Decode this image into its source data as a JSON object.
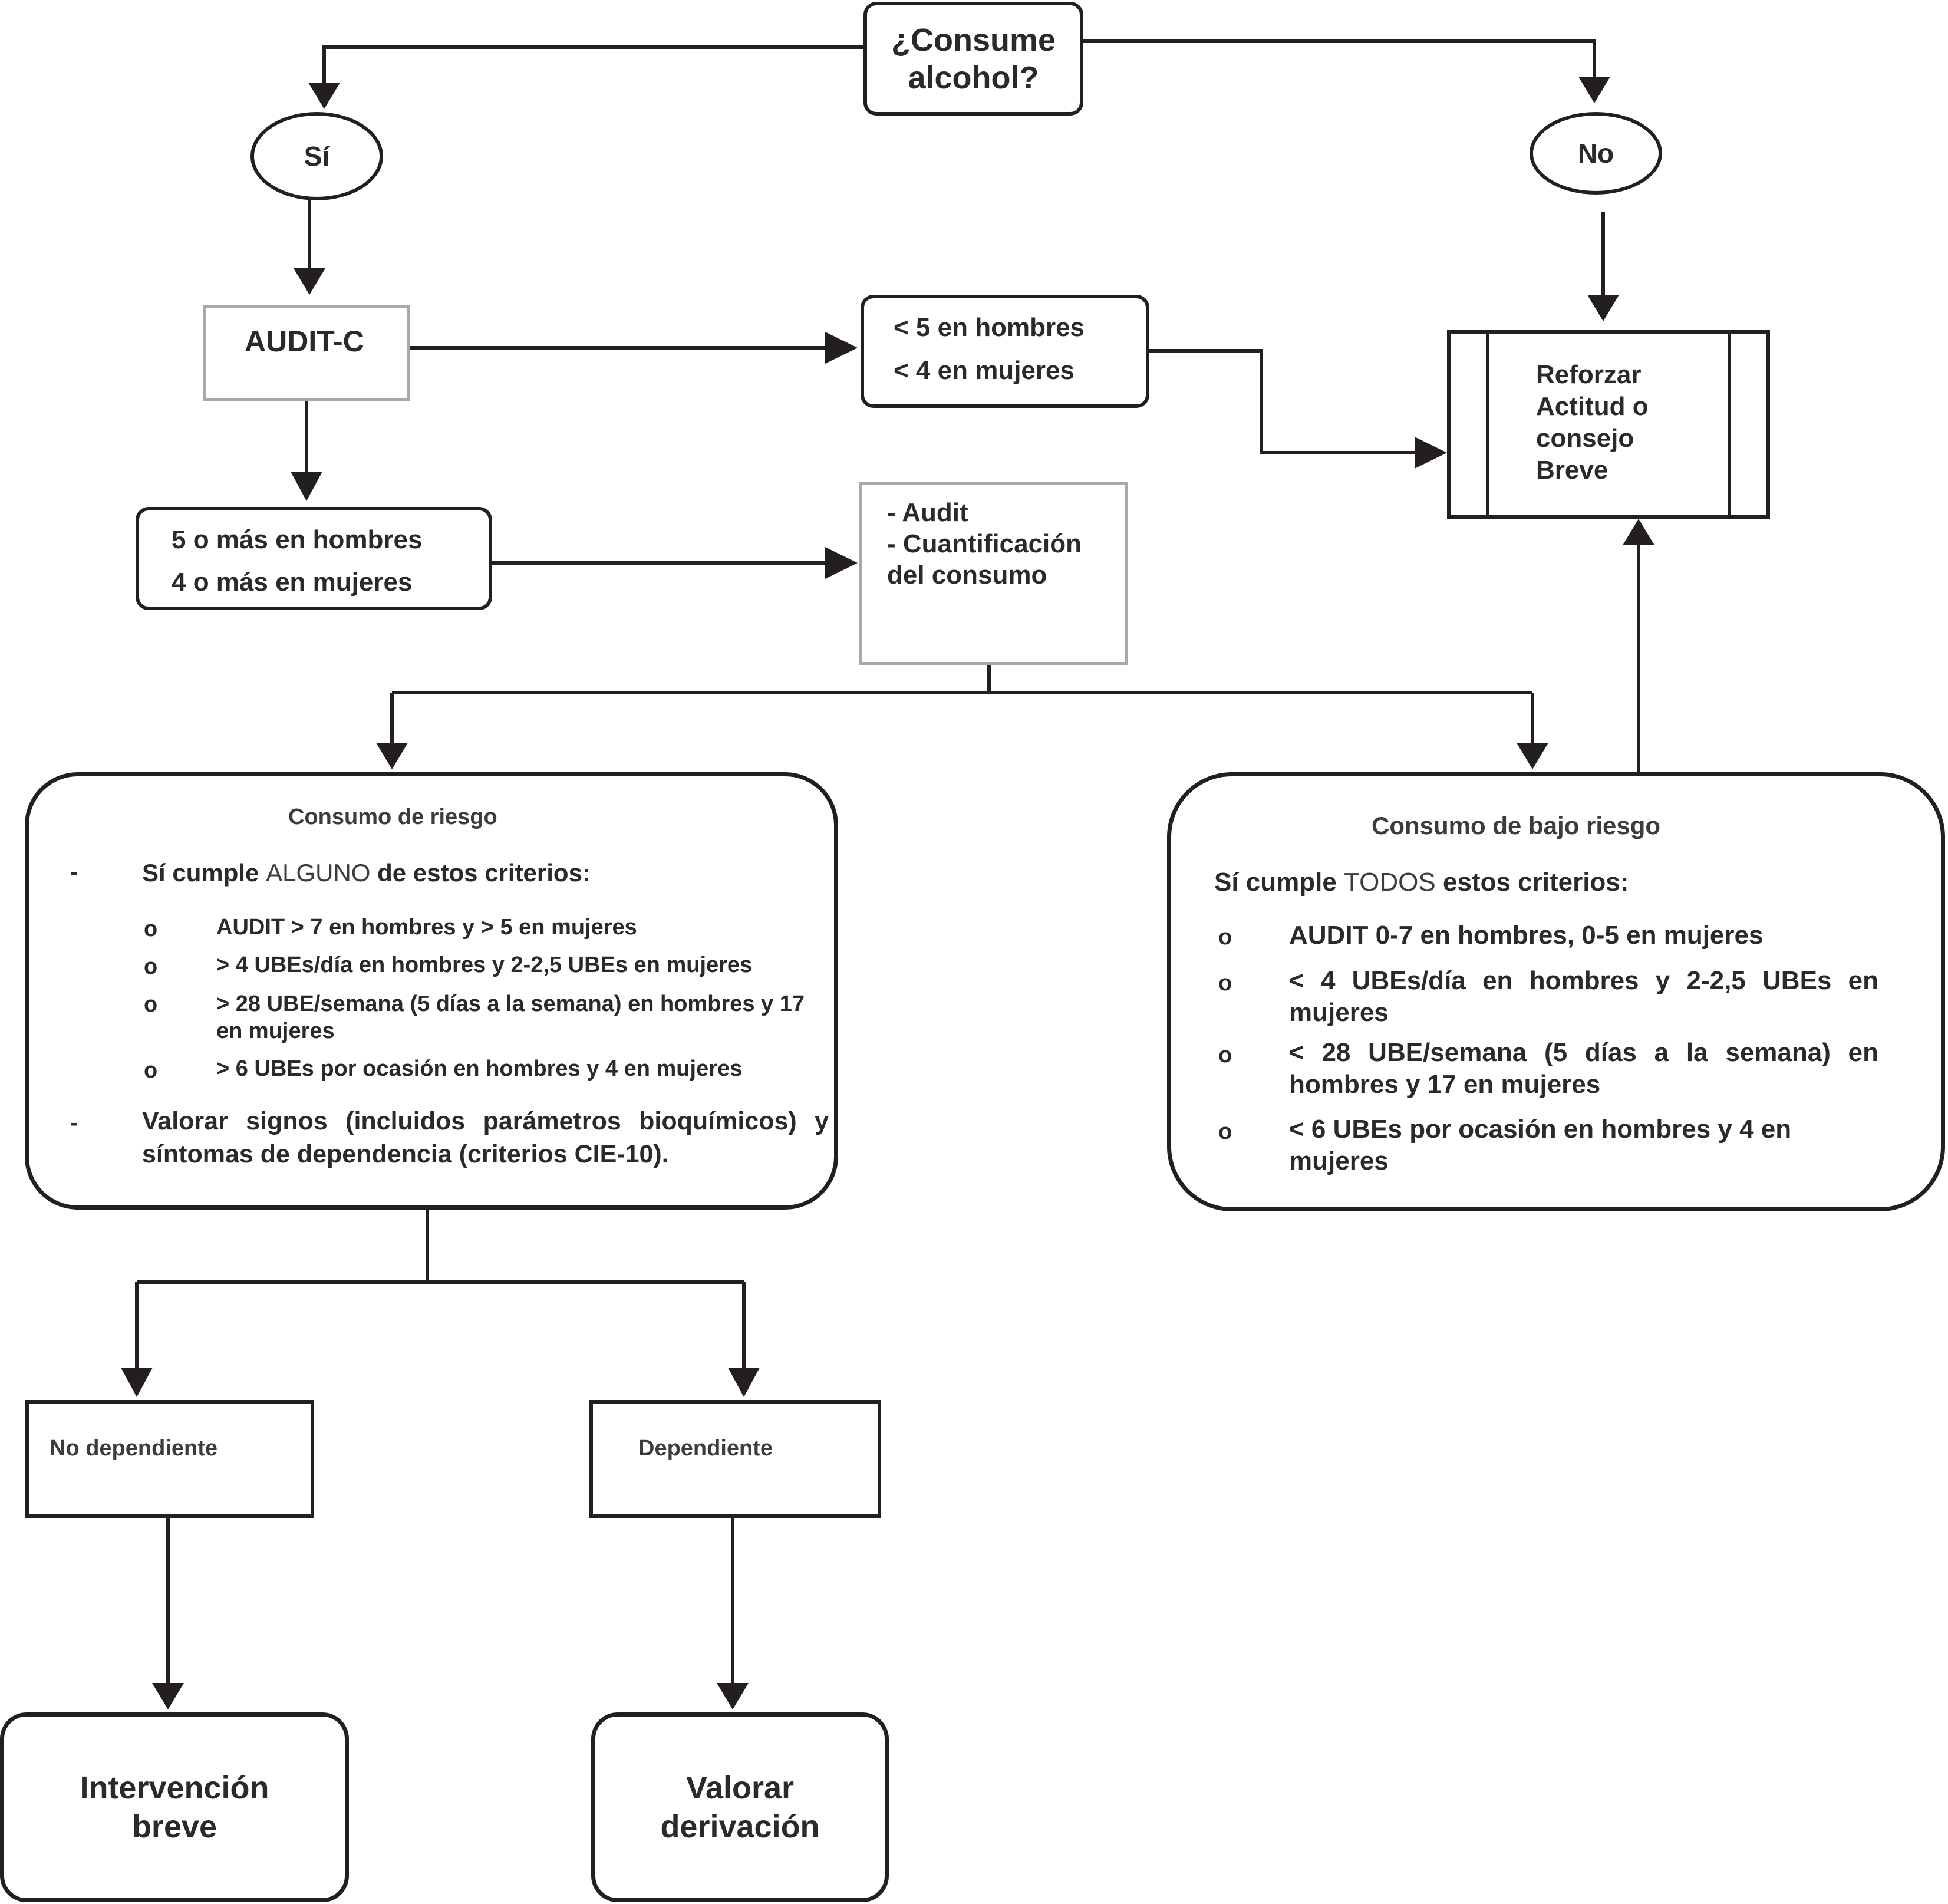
{
  "question": {
    "line1": "¿Consume",
    "line2": "alcohol?"
  },
  "yes": "Sí",
  "no": "No",
  "audit_c": "AUDIT-C",
  "low_score": {
    "men": "< 5 en hombres",
    "women": "< 4 en mujeres"
  },
  "high_score": {
    "men": "5 o más en hombres",
    "women": "4 o más en mujeres"
  },
  "reinforce": {
    "line1": "Reforzar",
    "line2": "Actitud o",
    "line3": "consejo",
    "line4": "Breve"
  },
  "audit_box": {
    "line1": "- Audit",
    "line2": "- Cuantificación",
    "line3": "del consumo"
  },
  "risk": {
    "title": "Consumo de riesgo",
    "dash": "-",
    "criteria_prefix": "Sí cumple",
    "criteria_keyword": "ALGUNO",
    "criteria_suffix": "de estos criterios:",
    "bullet": "o",
    "items": [
      "AUDIT > 7 en hombres y > 5 en mujeres",
      "> 4 UBEs/día en hombres y 2-2,5 UBEs en mujeres",
      "> 28 UBE/semana (5 días a la semana) en hombres y 17 en mujeres",
      "> 6 UBEs por ocasión en hombres y 4 en mujeres"
    ],
    "assess": "Valorar signos (incluidos parámetros bioquímicos) y síntomas de dependencia (criterios CIE-10)."
  },
  "low_risk": {
    "title": "Consumo de bajo riesgo",
    "criteria_prefix": "Sí cumple",
    "criteria_keyword": "TODOS",
    "criteria_suffix": "estos criterios:",
    "bullet": "o",
    "items": [
      "AUDIT 0-7 en hombres, 0-5 en mujeres",
      "< 4 UBEs/día en hombres y 2-2,5 UBEs en mujeres",
      "< 28 UBE/semana (5 días a la semana) en hombres y 17 en mujeres",
      "< 6 UBEs por ocasión en hombres y 4 en mujeres"
    ]
  },
  "not_dependent": "No dependiente",
  "dependent": "Dependiente",
  "brief_intervention": {
    "line1": "Intervención",
    "line2": "breve"
  },
  "referral": {
    "line1": "Valorar",
    "line2": "derivación"
  },
  "colors": {
    "line": "#231f20",
    "gray_border": "#a8a8a8",
    "text": "#2a2a2a"
  }
}
